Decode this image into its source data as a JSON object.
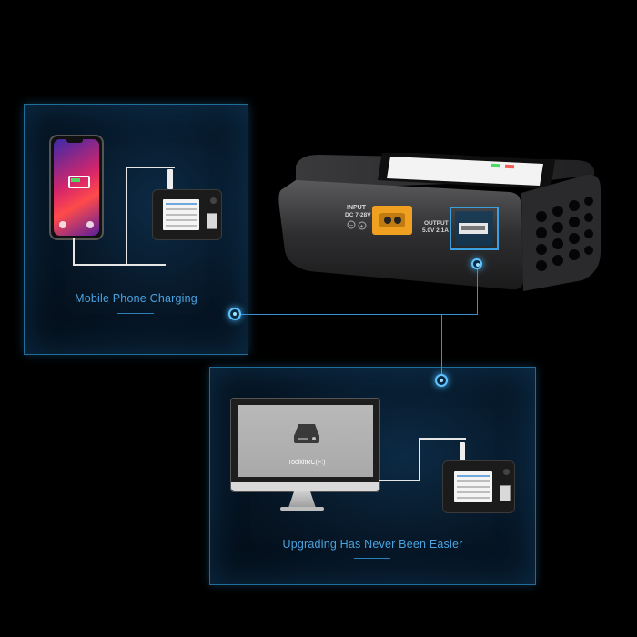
{
  "panels": {
    "mobile": {
      "caption": "Mobile Phone Charging"
    },
    "upgrade": {
      "caption": "Upgrading Has Never Been Easier",
      "drive_label": "ToolkitRC(F:)"
    }
  },
  "charger": {
    "input_label": "INPUT",
    "input_spec": "DC 7-28V",
    "output_label": "OUTPUT",
    "output_spec": "5.0V 2.1A"
  },
  "colors": {
    "accent": "#4aa3df",
    "wire": "#3a8fd0",
    "xt60": "#f0a020"
  },
  "icons": [
    "battery-icon",
    "hard-drive-icon",
    "usb-port-icon",
    "fan-icon"
  ]
}
